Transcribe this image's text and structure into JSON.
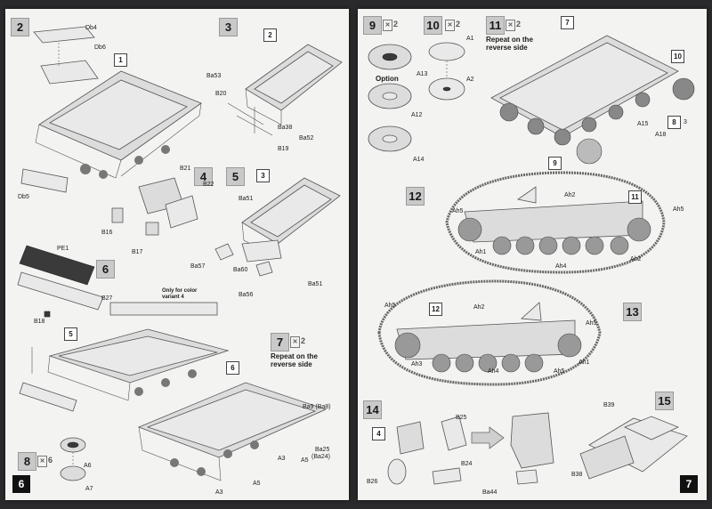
{
  "left_page": {
    "page_number": "6",
    "steps": [
      {
        "num": "2"
      },
      {
        "num": "3"
      },
      {
        "num": "4"
      },
      {
        "num": "5"
      },
      {
        "num": "6"
      },
      {
        "num": "7",
        "mult": "2"
      },
      {
        "num": "8",
        "mult": "6"
      }
    ],
    "labels": {
      "db4": "Db4",
      "db6": "Db6",
      "db5": "Db5",
      "p1": "1",
      "p2": "2",
      "p3": "3",
      "p5": "5",
      "p6": "6",
      "ba53": "Ba53",
      "b20": "B20",
      "ba38": "Ba38",
      "ba52": "Ba52",
      "b19": "B19",
      "b21": "B21",
      "b22": "B22",
      "b16": "B16",
      "b17": "B17",
      "ba51a": "Ba51",
      "ba57": "Ba57",
      "ba60": "Ba60",
      "ba56": "Ba56",
      "ba51b": "Ba51",
      "pe1": "PE1",
      "b27": "B27",
      "b18": "B18",
      "ba9": "Ba9 (Ba8)",
      "ba25": "Ba25",
      "ba24": "(Ba24)",
      "a3a": "A3",
      "a5a": "A5",
      "a3b": "A3",
      "a5b": "A5",
      "a6": "A6",
      "a7": "A7"
    },
    "notes": {
      "color_variant": "Only for color variant 4",
      "repeat": "Repeat on the reverse side"
    }
  },
  "right_page": {
    "page_number": "7",
    "steps": [
      {
        "num": "9",
        "mult": "2"
      },
      {
        "num": "10",
        "mult": "2"
      },
      {
        "num": "11",
        "mult": "2"
      },
      {
        "num": "12"
      },
      {
        "num": "13"
      },
      {
        "num": "14"
      },
      {
        "num": "15"
      }
    ],
    "notes": {
      "repeat": "Repeat on the reverse side",
      "option": "Option"
    },
    "labels": {
      "a1": "A1",
      "a13": "A13",
      "a2": "A2",
      "a12": "A12",
      "a14": "A14",
      "p7": "7",
      "p10": "10",
      "p8": "8",
      "p3": "3",
      "p9": "9",
      "a15": "A15",
      "a18": "A18",
      "ah2a": "Ah2",
      "ah5a": "Ah5",
      "ah5b": "Ah5",
      "ah1a": "Ah1",
      "ah4a": "Ah4",
      "ah2b": "Ah2",
      "p11": "11",
      "ah5c": "Ah5",
      "ah2c": "Ah2",
      "ah5d": "Ah5",
      "ah3": "Ah3",
      "ah4b": "Ah4",
      "ah5e": "Ah5",
      "ah1b": "Ah1",
      "p12": "12",
      "p4": "4",
      "b25": "B25",
      "b24": "B24",
      "b26": "B26",
      "ba44": "Ba44",
      "b39": "B39",
      "b38": "B38"
    }
  }
}
